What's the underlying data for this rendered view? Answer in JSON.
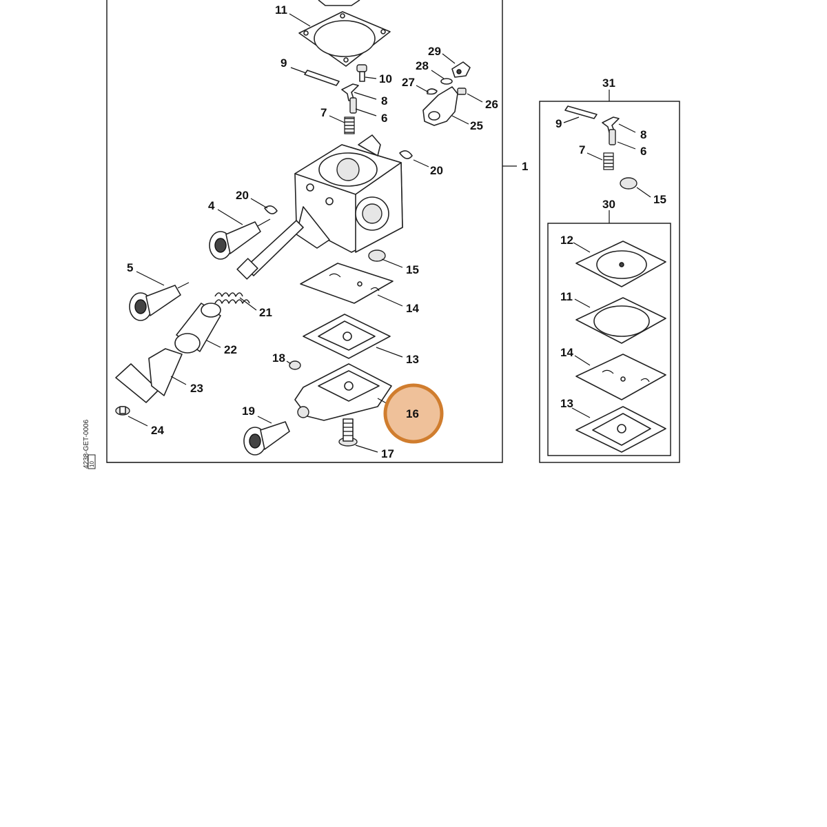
{
  "diagram": {
    "labels": {
      "p1": "1",
      "p4": "4",
      "p5": "5",
      "p6a": "6",
      "p6b": "6",
      "p7a": "7",
      "p7b": "7",
      "p8a": "8",
      "p8b": "8",
      "p9a": "9",
      "p9b": "9",
      "p10": "10",
      "p11a": "11",
      "p11b": "11",
      "p12": "12",
      "p13a": "13",
      "p13b": "13",
      "p14a": "14",
      "p14b": "14",
      "p15a": "15",
      "p15b": "15",
      "p16": "16",
      "p17": "17",
      "p18": "18",
      "p19": "19",
      "p20a": "20",
      "p20b": "20",
      "p21": "21",
      "p22": "22",
      "p23": "23",
      "p24": "24",
      "p25": "25",
      "p26": "26",
      "p27": "27",
      "p28": "28",
      "p29": "29",
      "p30": "30",
      "p31": "31"
    },
    "drawing_number": "4238-GET-0006",
    "drawing_code": "10",
    "highlight": {
      "part": "16",
      "color": "#d07d2e",
      "fill": "#efc19a"
    }
  }
}
